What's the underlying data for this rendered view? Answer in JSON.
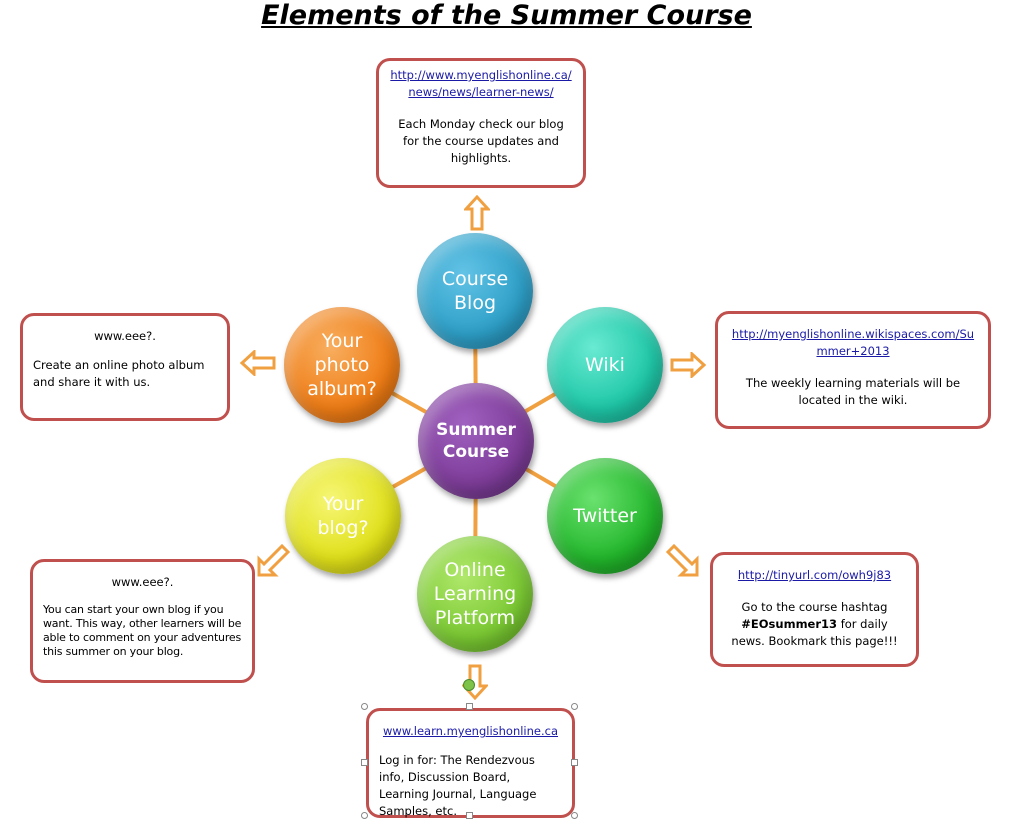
{
  "title": "Elements of the Summer Course",
  "nodes": {
    "center": "Summer\nCourse",
    "course_blog": "Course\nBlog",
    "wiki": "Wiki",
    "twitter": "Twitter",
    "platform": "Online\nLearning\nPlatform",
    "your_blog": "Your\nblog?",
    "photo_album": "Your\nphoto\nalbum?"
  },
  "colors": {
    "center": "#7d3c98",
    "course_blog": "#2e9fc7",
    "wiki": "#1fc7a8",
    "twitter": "#22b52b",
    "platform": "#7ac833",
    "your_blog": "#e0e01a",
    "photo_album": "#ef7d16",
    "box_border": "#c0504d",
    "arrow": "#f0a040",
    "connector": "#f0a040"
  },
  "boxes": {
    "course_blog": {
      "link": "http://www.myenglishonline.ca/news/news/learner-news/",
      "text": "Each Monday check our blog for the course updates and highlights."
    },
    "wiki": {
      "link": "http://myenglishonline.wikispaces.com/Summer+2013",
      "text": "The weekly learning materials will be located in the wiki."
    },
    "twitter": {
      "link": "http://tinyurl.com/owh9j83",
      "text_before": "Go to the course hashtag",
      "hashtag": "#EOsummer13",
      "text_after": "for daily news. Bookmark this page!!!"
    },
    "platform": {
      "link": "www.learn.myenglishonline.ca",
      "text": "Log in for: The Rendezvous info, Discussion Board, Learning Journal, Language Samples, etc."
    },
    "your_blog": {
      "heading": "www.eee?.",
      "text": "You can start your own blog if you want. This way, other learners will be able to comment on your adventures this summer on your blog."
    },
    "photo_album": {
      "heading": "www.eee?.",
      "text": "Create an online photo album and share it with us."
    }
  }
}
